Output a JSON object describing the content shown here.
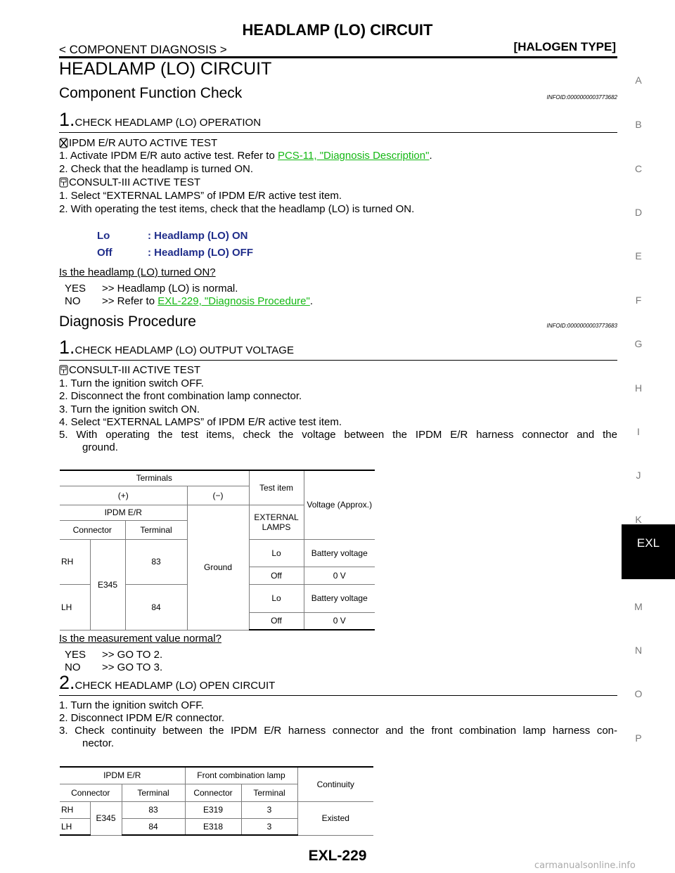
{
  "header": {
    "title": "HEADLAMP (LO) CIRCUIT",
    "breadcrumb": "< COMPONENT DIAGNOSIS >",
    "type": "[HALOGEN TYPE]"
  },
  "page_heading": "HEADLAMP (LO) CIRCUIT",
  "cfc": {
    "title": "Component Function Check",
    "infoid": "INFOID:0000000003773682",
    "step1_num": "1.",
    "step1_title": "CHECK HEADLAMP (LO) OPERATION",
    "ipdm_label": "IPDM E/R AUTO ACTIVE TEST",
    "ipdm_1a": "1. Activate IPDM E/R auto active test. Refer to ",
    "ipdm_1_link": "PCS-11, \"Diagnosis Description\"",
    "ipdm_1b": ".",
    "ipdm_2": "2. Check that the headlamp is turned ON.",
    "consult_label": "CONSULT-III ACTIVE TEST",
    "consult_1": "1. Select “EXTERNAL LAMPS” of IPDM E/R active test item.",
    "consult_2": "2. With operating the test items, check that the headlamp (LO) is turned ON.",
    "spec_lo_k": "Lo",
    "spec_lo_v": ": Headlamp (LO) ON",
    "spec_off_k": "Off",
    "spec_off_v": ": Headlamp (LO) OFF",
    "question": "Is the headlamp (LO) turned ON?",
    "yes_k": "YES",
    "yes_v": ">> Headlamp (LO) is normal.",
    "no_k": "NO",
    "no_va": ">> Refer to ",
    "no_link": "EXL-229, \"Diagnosis Procedure\"",
    "no_vb": "."
  },
  "dp": {
    "title": "Diagnosis Procedure",
    "infoid": "INFOID:0000000003773683",
    "step1_num": "1.",
    "step1_title": "CHECK HEADLAMP (LO) OUTPUT VOLTAGE",
    "consult_label": "CONSULT-III ACTIVE TEST",
    "s1": "1. Turn the ignition switch OFF.",
    "s2": "2. Disconnect the front combination lamp connector.",
    "s3": "3. Turn the ignition switch ON.",
    "s4": "4. Select “EXTERNAL LAMPS” of IPDM E/R active test item.",
    "s5a": "5. With operating the test items, check the voltage between the IPDM E/R harness connector and the",
    "s5b": "ground.",
    "question": "Is the measurement value normal?",
    "yes_k": "YES",
    "yes_v": ">> GO TO 2.",
    "no_k": "NO",
    "no_v": ">> GO TO 3.",
    "step2_num": "2.",
    "step2_title": "CHECK HEADLAMP (LO) OPEN CIRCUIT",
    "c1": "1. Turn the ignition switch OFF.",
    "c2": "2. Disconnect IPDM E/R connector.",
    "c3a": "3. Check continuity between the IPDM E/R harness connector and the front combination lamp harness con-",
    "c3b": "nector."
  },
  "table1": {
    "terminals": "Terminals",
    "plus": "(+)",
    "minus": "(−)",
    "ipdm": "IPDM E/R",
    "connector": "Connector",
    "terminal": "Terminal",
    "test_item": "Test item",
    "voltage": "Voltage (Approx.)",
    "ground": "Ground",
    "external_lamps": "EXTERNAL LAMPS",
    "rh": "RH",
    "lh": "LH",
    "conn": "E345",
    "t83": "83",
    "t84": "84",
    "lo": "Lo",
    "off": "Off",
    "batt": "Battery voltage",
    "zero": "0 V"
  },
  "table2": {
    "ipdm": "IPDM E/R",
    "fcl": "Front combination lamp",
    "continuity": "Continuity",
    "connector": "Connector",
    "terminal": "Terminal",
    "rh": "RH",
    "lh": "LH",
    "conn": "E345",
    "t83": "83",
    "t84": "84",
    "c1": "E319",
    "c2": "E318",
    "t3": "3",
    "existed": "Existed"
  },
  "side_index": [
    "A",
    "B",
    "C",
    "D",
    "E",
    "F",
    "G",
    "H",
    "I",
    "J",
    "K",
    "EXL",
    "M",
    "N",
    "O",
    "P"
  ],
  "footer": "EXL-229",
  "watermark": "carmanualsonline.info"
}
